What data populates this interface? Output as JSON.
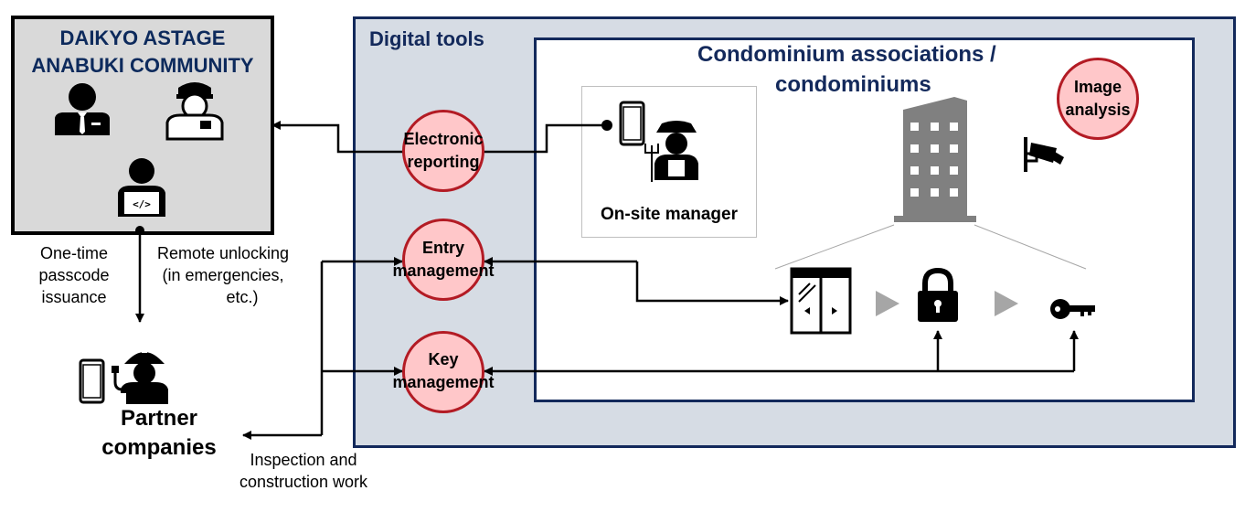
{
  "company": {
    "title_line1": "DAIKYO ASTAGE",
    "title_line2": "ANABUKI COMMUNITY"
  },
  "digital_tools": {
    "title": "Digital tools"
  },
  "condo": {
    "title_line1": "Condominium associations /",
    "title_line2": "condominiums"
  },
  "onsite_manager": {
    "label": "On-site manager"
  },
  "circles": {
    "electronic_reporting": {
      "line1": "Electronic",
      "line2": "reporting"
    },
    "entry_management": {
      "line1": "Entry",
      "line2": "management"
    },
    "key_management": {
      "line1": "Key",
      "line2": "management"
    },
    "image_analysis": {
      "line1": "Image",
      "line2": "analysis"
    }
  },
  "labels": {
    "one_time": [
      "One-time",
      "passcode",
      "issuance"
    ],
    "remote_unlock": [
      "Remote unlocking",
      "(in emergencies,",
      "etc.)"
    ],
    "inspection": [
      "Inspection and",
      "construction work"
    ]
  },
  "partner": {
    "line1": "Partner",
    "line2": "companies"
  },
  "colors": {
    "navy": "#13295b",
    "panel_bg": "#d6dce4",
    "circle_fill": "#ffc7c9",
    "circle_border": "#b31b24",
    "company_bg": "#d9d9d9",
    "building_gray": "#808080"
  },
  "icons": [
    "businessman-icon",
    "security-guard-icon",
    "developer-icon",
    "smartphone-icon",
    "janitor-icon",
    "building-icon",
    "security-camera-icon",
    "auto-door-icon",
    "padlock-icon",
    "key-icon",
    "construction-worker-icon"
  ]
}
